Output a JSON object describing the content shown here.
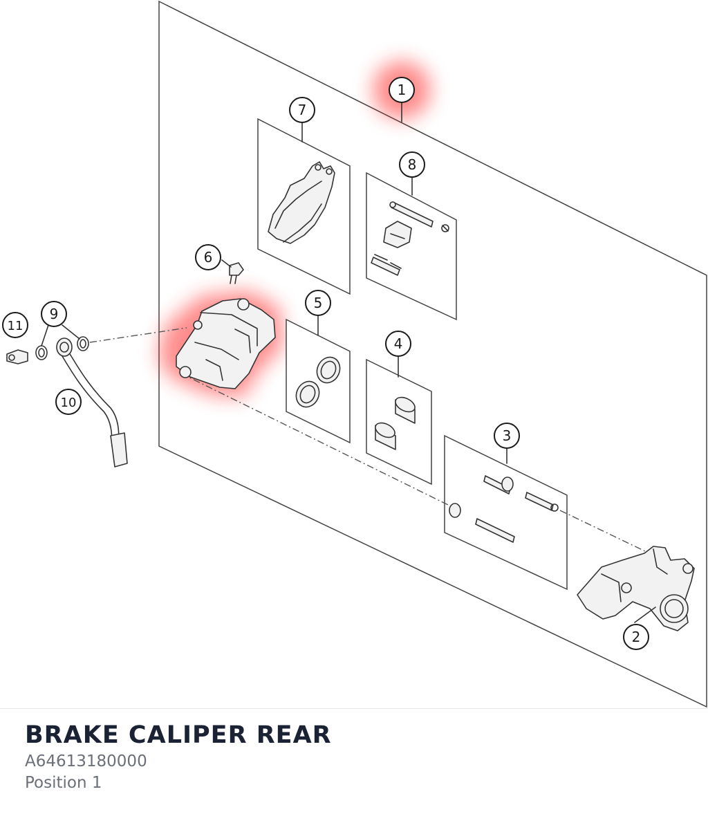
{
  "part": {
    "title": "BRAKE CALIPER REAR",
    "part_number": "A64613180000",
    "position": "Position 1"
  },
  "diagram": {
    "highlight_color": "#ff2d2d",
    "callouts": [
      "1",
      "2",
      "3",
      "4",
      "5",
      "6",
      "7",
      "8",
      "9",
      "10",
      "11"
    ],
    "highlighted": [
      "1",
      "caliper"
    ]
  }
}
